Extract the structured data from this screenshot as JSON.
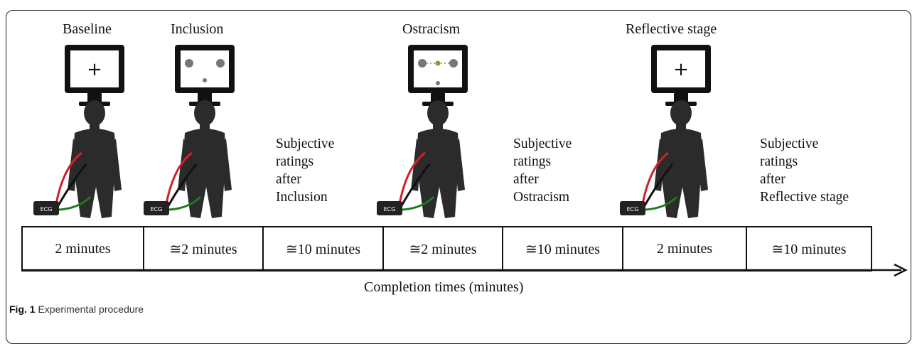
{
  "stages": [
    {
      "label": "Baseline"
    },
    {
      "label": "Inclusion"
    },
    {
      "label": "Ostracism"
    },
    {
      "label": "Reflective stage"
    }
  ],
  "ratings": [
    {
      "lines": [
        "Subjective",
        "ratings",
        "after",
        "Inclusion"
      ]
    },
    {
      "lines": [
        "Subjective",
        "ratings",
        "after",
        "Ostracism"
      ]
    },
    {
      "lines": [
        "Subjective",
        "ratings",
        "after",
        "Reflective stage"
      ]
    }
  ],
  "icon": {
    "device_label": "ECG",
    "screen_symbol": "+"
  },
  "timeline": {
    "cells": [
      "2 minutes",
      "≅2 minutes",
      "≅10 minutes",
      "≅2 minutes",
      "≅10 minutes",
      "2 minutes",
      "≅10 minutes"
    ],
    "axis_label": "Completion times (minutes)"
  },
  "caption": {
    "label": "Fig. 1",
    "text": " Experimental procedure"
  },
  "colors": {
    "ink": "#111111",
    "silhouette": "#2b2b2b",
    "wire_red": "#d0202a",
    "wire_green": "#1f7a1f"
  }
}
